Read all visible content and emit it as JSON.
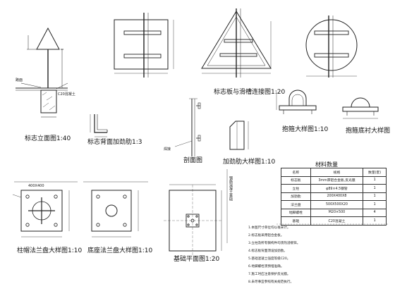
{
  "captions": {
    "elevation": "标志立面图1:40",
    "bracket": "标志背面加劲肋1:3",
    "panel_beam": "标志板与滑槽连接图1:20",
    "clamp_a": "抱箍大样图1:10",
    "clamp_b": "抱箍底衬大样图",
    "section": "剖面图",
    "stiffener": "加劲肋大样图1:10",
    "top_flange": "柱帽法兰盘大样图1:10",
    "base_flange": "底座法兰盘大样图1:10",
    "foundation": "基础平面图1:20"
  },
  "labels": {
    "ground": "路面",
    "ground_dim": "C20混凝土",
    "weld_note": "焊接",
    "flange_dim": "400X400",
    "foundation_vert": "钢筋混凝土基础"
  },
  "materials": {
    "title": "材料数量",
    "headers": [
      "名称",
      "规格",
      "数量(套)"
    ],
    "rows": [
      [
        "标志板",
        "3mm厚铝合金板,反光膜",
        "1"
      ],
      [
        "立柱",
        "φ89×4.5钢管",
        "1"
      ],
      [
        "加劲肋",
        "200X400X8",
        "1"
      ],
      [
        "法兰盘",
        "500X500X20",
        "1"
      ],
      [
        "地脚螺栓",
        "M20×500",
        "4"
      ],
      [
        "基础",
        "C20混凝土",
        "1"
      ]
    ]
  },
  "notes": [
    "1.本图尺寸单位均以毫米计。",
    "2.标志板采用铝合金板。",
    "3.立柱及所有钢构件均须热浸镀锌。",
    "4.标志板背面须设加劲肋。",
    "5.基础混凝土强度等级C20。",
    "6.地脚螺栓须预埋准确。",
    "7.施工时应注意保护反光膜。",
    "8.未尽事宜参照有关规范执行。"
  ]
}
